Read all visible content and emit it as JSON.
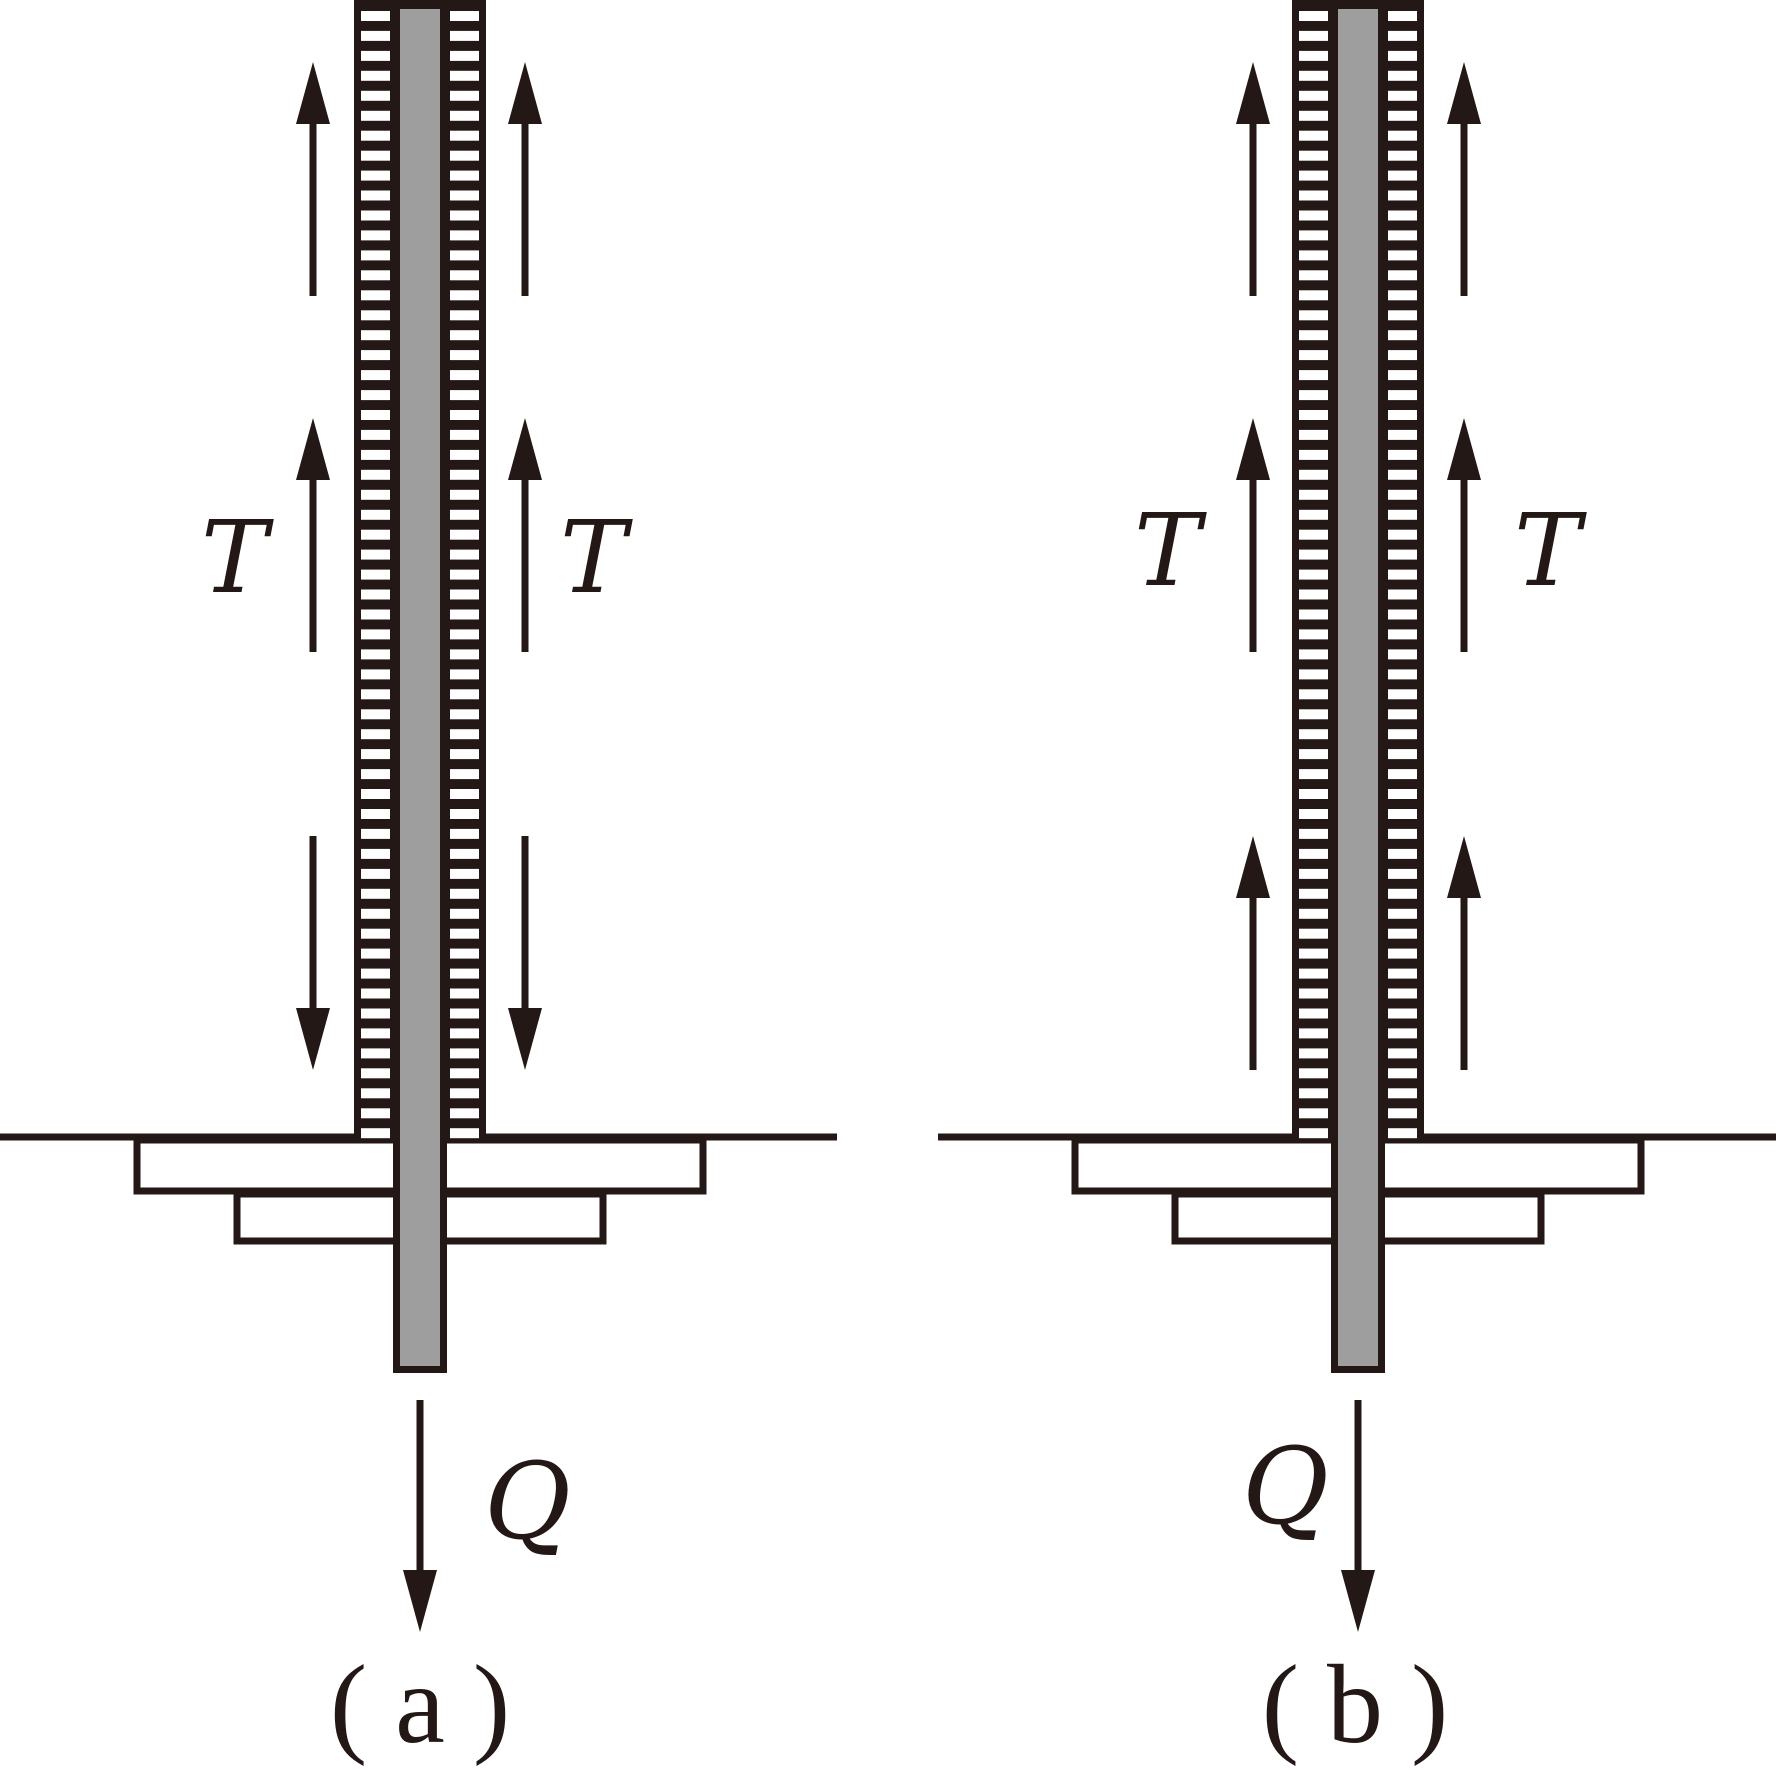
{
  "colors": {
    "ink": "#231815",
    "rod_fill": "#9e9e9e",
    "background": "#ffffff"
  },
  "panels": [
    {
      "id": "a",
      "caption": "( a )",
      "load_label": "Q",
      "tension_labels": [
        "T",
        "T"
      ],
      "upper_arrow_directions": [
        "up",
        "up"
      ],
      "lower_arrow_direction": "down"
    },
    {
      "id": "b",
      "caption": "( b )",
      "load_label": "Q",
      "tension_labels": [
        "T",
        "T"
      ],
      "upper_arrow_directions": [
        "up",
        "up"
      ],
      "lower_arrow_direction": "up"
    }
  ]
}
